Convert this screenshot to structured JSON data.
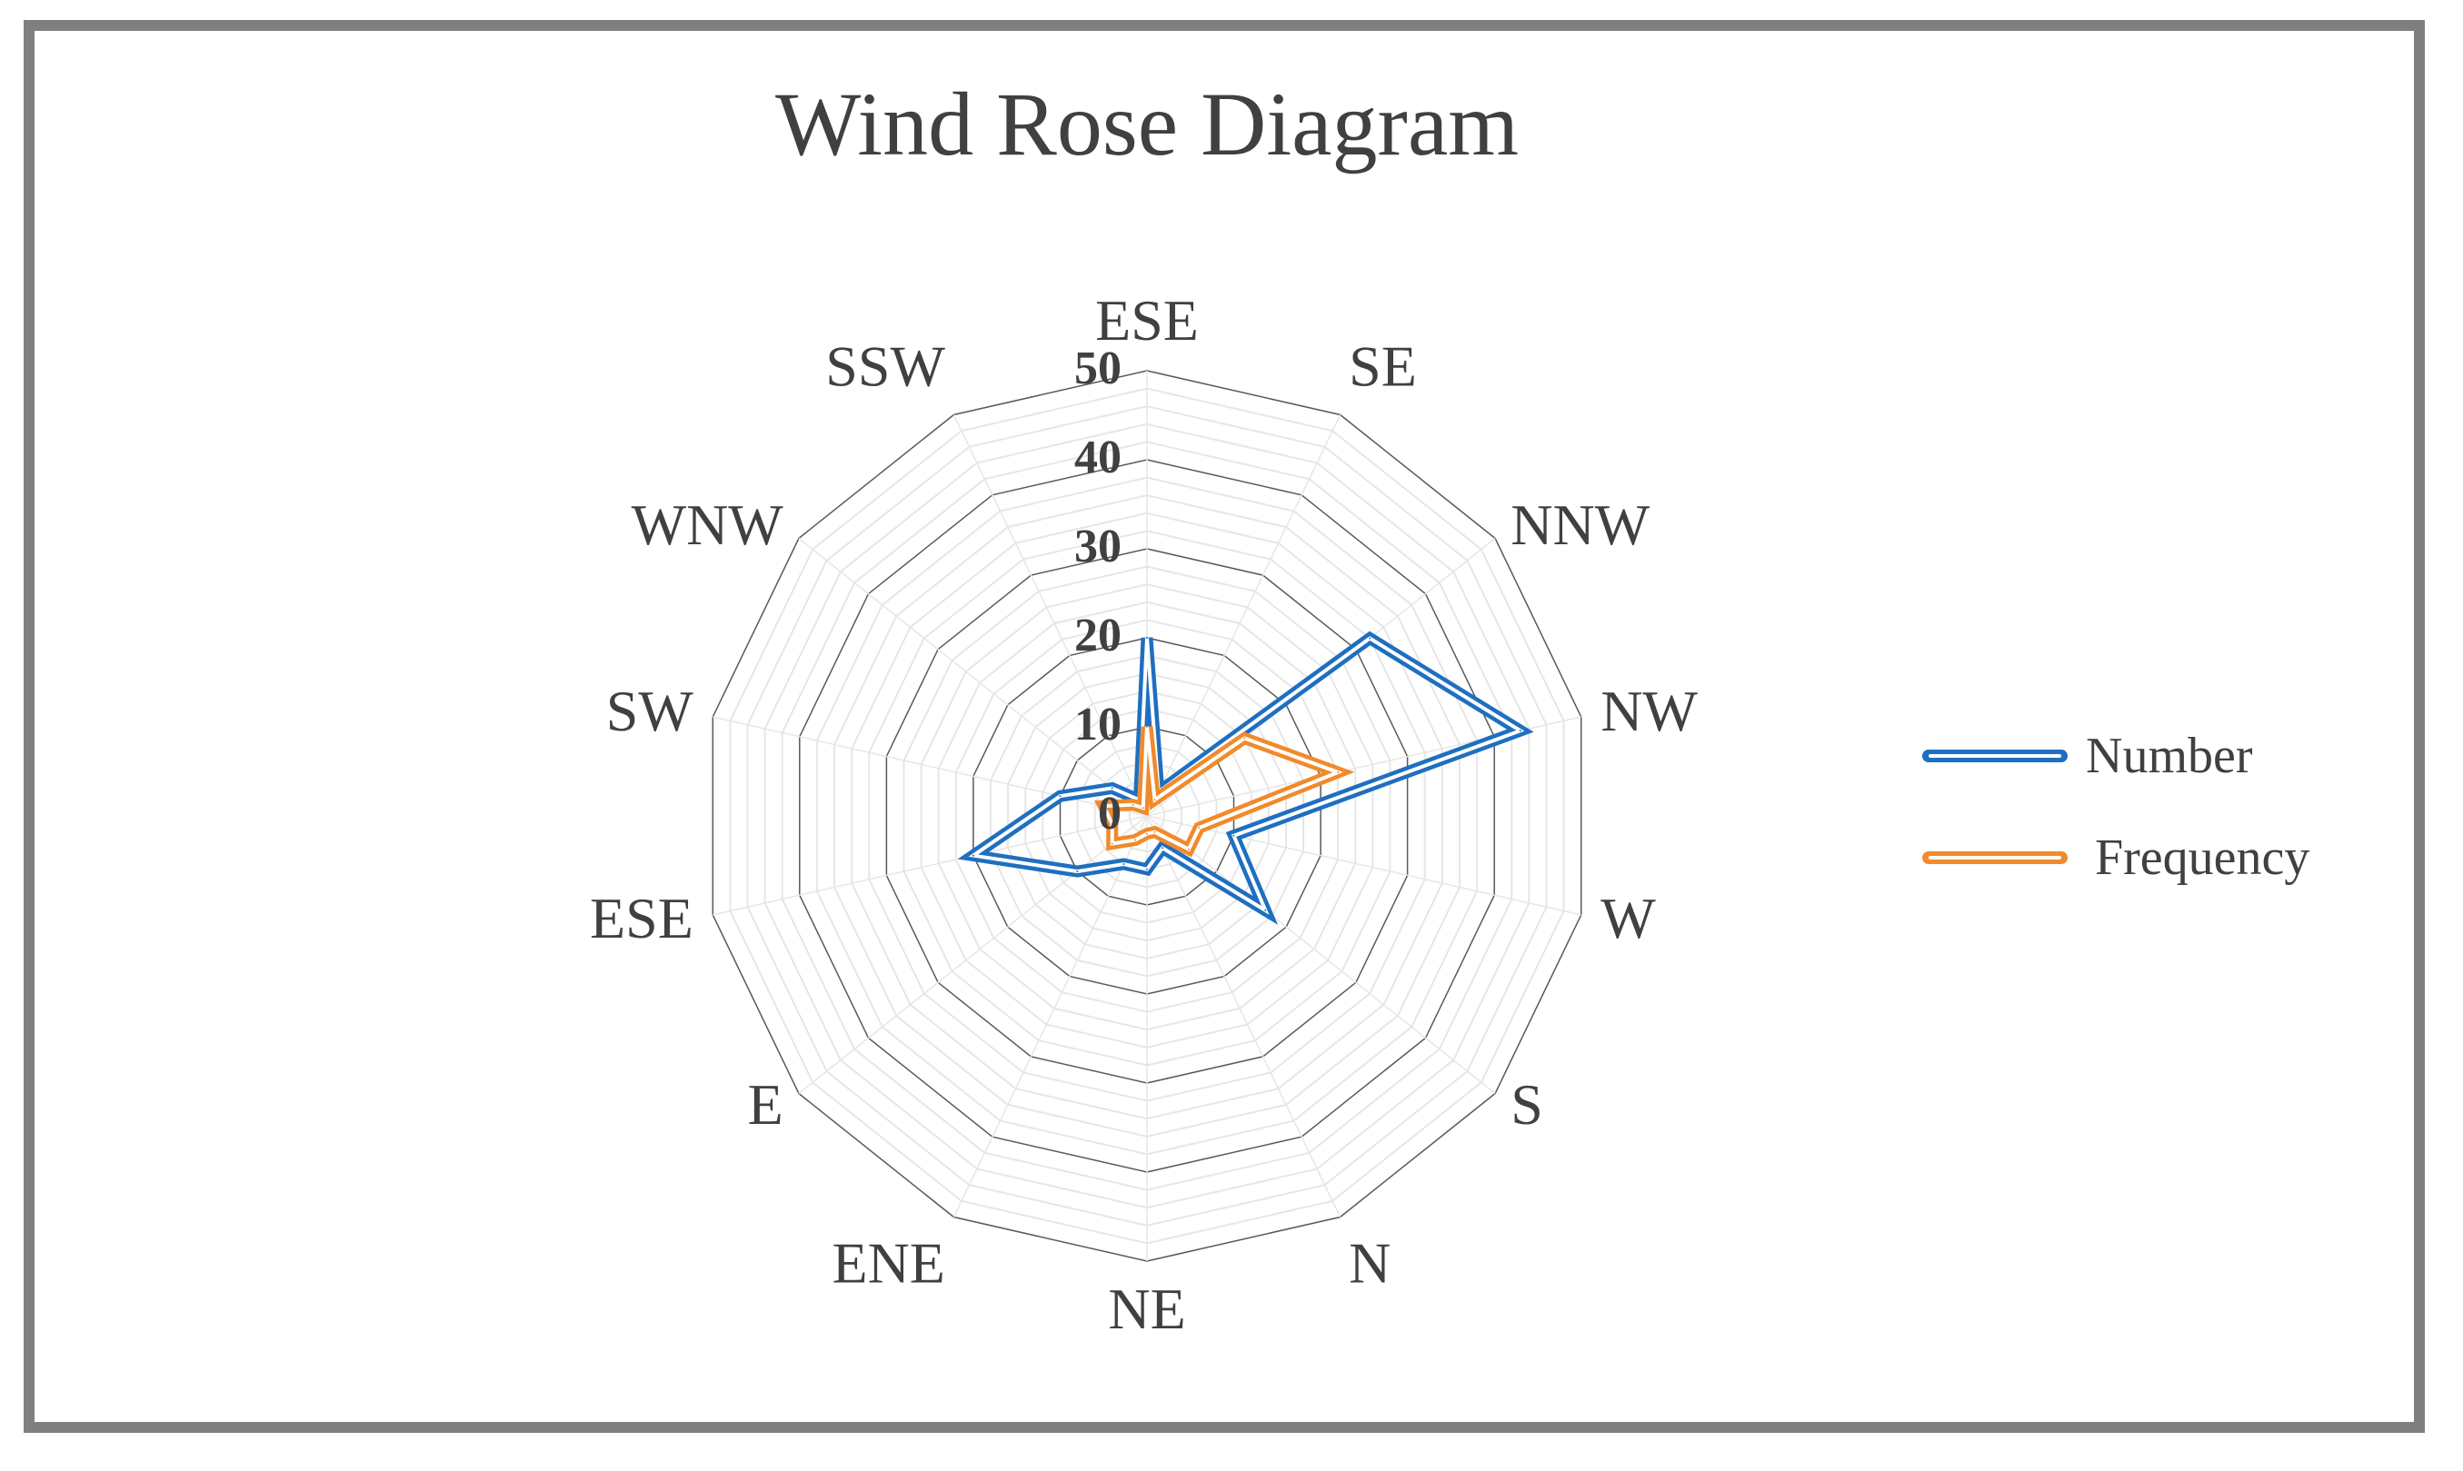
{
  "colors": {
    "number": "#1f6fc0",
    "frequency": "#f08a2c",
    "frame": "#7f7f7f",
    "text": "#404040",
    "grid_major": "#595959",
    "grid_minor": "#e6e6e6"
  },
  "chart_data": {
    "type": "radar",
    "title": "Wind Rose Diagram",
    "categories": [
      "ESE",
      "SE",
      "NNW",
      "NW",
      "W",
      "S",
      "N",
      "NE",
      "ENE",
      "E",
      "ESE",
      "SW",
      "WNW",
      "SSW"
    ],
    "ticks": [
      0,
      10,
      20,
      30,
      40,
      50
    ],
    "rlim": [
      0,
      50
    ],
    "grid": true,
    "legend_position": "right",
    "series": [
      {
        "name": "Number",
        "values": [
          20,
          3,
          32,
          43,
          10,
          17,
          4,
          6,
          6,
          10,
          20,
          10,
          5,
          2
        ]
      },
      {
        "name": "Frequency",
        "values": [
          10,
          2,
          14,
          22,
          6,
          6,
          2,
          2,
          3,
          5,
          4,
          5,
          2,
          1
        ]
      }
    ]
  },
  "legend": {
    "number": "Number",
    "frequency": "Frequency"
  }
}
